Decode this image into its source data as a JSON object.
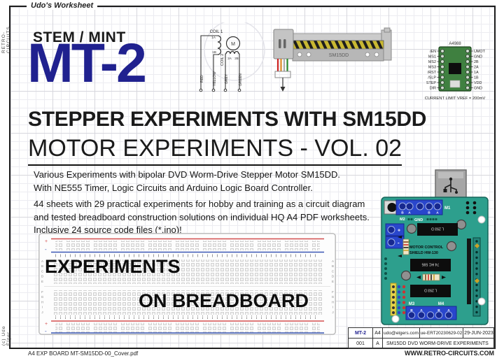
{
  "page": {
    "worksheet_label": "Udo's Worksheet",
    "side_label_top": "RETRO-CIRCUITS",
    "side_label_bottom": "(c) Udo Elger",
    "footer_filename": "A4 EXP BOARD MT-SM15DD-00_Cover.pdf",
    "footer_website": "WWW.RETRO-CIRCUITS.COM"
  },
  "header": {
    "kicker": "STEM / MINT",
    "code": "MT-2",
    "title": "STEPPER EXPERIMENTS WITH SM15DD",
    "subtitle": "MOTOR EXPERIMENTS - VOL. 02"
  },
  "intro": {
    "p1_line1": "Various Experiments with bipolar DVD Worm-Drive Stepper Motor SM15DD.",
    "p1_line2": "With NE555 Timer, Logic Circuits and Arduino Logic Board Controller.",
    "p2_line1": "44 sheets with 29 practical experiments for hobby and training as a circuit diagram",
    "p2_line2": "and tested breadboard construction solutions on individual HQ A4 PDF worksheets.",
    "p2_line3": "Inclusive 24 source code files (*.ino)!"
  },
  "coil_diagram": {
    "coil1": "COIL 1",
    "coil2": "COIL 2",
    "pin_1a": "1A",
    "pin_1b": "1B",
    "pin_2a": "2A",
    "pin_2b": "2B",
    "motor": "M",
    "wires": [
      "RED",
      "YELLOW",
      "GREY",
      "GREEN"
    ]
  },
  "motor": {
    "label": "SM15DD"
  },
  "driver": {
    "title": "A4988",
    "left_pins": [
      "/EN",
      "MS1",
      "MS2",
      "MS3",
      "/RST",
      "/SLP",
      "STEP",
      "DIR"
    ],
    "right_pins": [
      "UMOT",
      "GND",
      "2B",
      "2A",
      "1A",
      "1B",
      "VDD",
      "GND"
    ],
    "caption": "CURRENT LIMIT VREF = 200mV"
  },
  "breadboard": {
    "overlay1": "EXPERIMENTS",
    "overlay2": "ON BREADBOARD",
    "letters_top": "ABCDE",
    "letters_bottom": "FGHIJ",
    "plus": "+",
    "minus": "-"
  },
  "shield": {
    "m1": "M1",
    "m2": "M2",
    "m3": "M3",
    "m4": "M4",
    "gnd": "GND",
    "ic_l293d": "L 293 D",
    "ic_74hc595": "74 HC 595",
    "name1": "MOTOR CONTROL",
    "name2": "SHIELD  HW-130",
    "term_b": "B",
    "term_a": "A",
    "plus": "+",
    "minus": "-"
  },
  "title_block": {
    "code": "MT-2",
    "paper": "A4",
    "email": "udo@elgers.com",
    "doc_id": "ue-ERT20230629-02",
    "date": "29-JUN-2023",
    "sheet": "001",
    "rev": "A",
    "description": "SM15DD DVD WORM-DRIVE EXPERIMENTS"
  },
  "colors": {
    "navy": "#20218f",
    "pcb_teal": "#2d9f8d",
    "terminal_blue": "#2946cc",
    "driver_green": "#3f8040",
    "rail_red": "#d34f4f",
    "rail_blue": "#3a56b4"
  }
}
